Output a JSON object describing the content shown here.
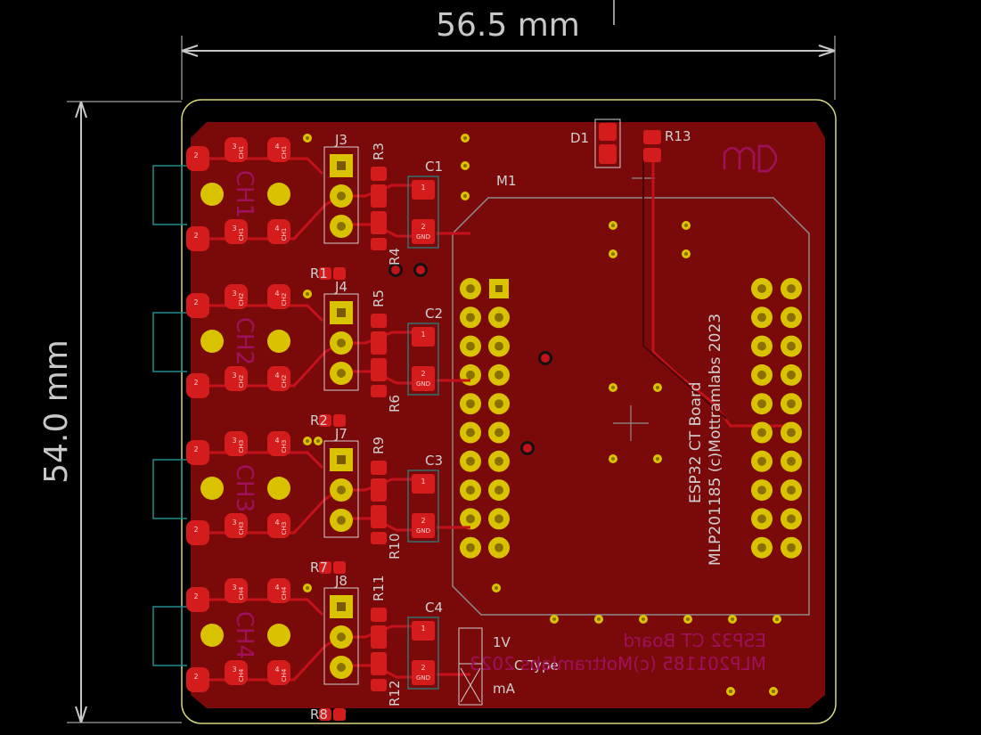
{
  "dimensions": {
    "width_label": "56.5 mm",
    "height_label": "54.0 mm"
  },
  "board": {
    "line1": "ESP32 CT Board",
    "line2": "MLP201185 (c)Mottramlabs 2023"
  },
  "board_back": {
    "line1": "ESP32 CT Board",
    "line2": "MLP201185 (c)Mottramlabs 2023"
  },
  "labels": {
    "m1": "M1",
    "d1": "D1",
    "r13": "R13",
    "v1": "1V",
    "ctype": "C Type",
    "ma": "mA"
  },
  "channels": [
    {
      "tag": "CH1",
      "conn": "J3",
      "ra": "R3",
      "rb": "R4",
      "rc": "R1",
      "cap": "C1"
    },
    {
      "tag": "CH2",
      "conn": "J4",
      "ra": "R5",
      "rb": "R6",
      "rc": "R2",
      "cap": "C2"
    },
    {
      "tag": "CH3",
      "conn": "J7",
      "ra": "R9",
      "rb": "R10",
      "rc": "R7",
      "cap": "C3"
    },
    {
      "tag": "CH4",
      "conn": "J8",
      "ra": "R11",
      "rb": "R12",
      "rc": "R8",
      "cap": "C4"
    }
  ],
  "pad_labels": {
    "one": "1",
    "two": "2",
    "three": "3",
    "four": "4",
    "gnd": "GND"
  },
  "colors": {
    "board": "#7a0a0a",
    "copper": "#c4111a",
    "pad": "#d41c1c",
    "via": "#d9c300",
    "silk": "#cfcfcf",
    "outline": "#d6d67a"
  }
}
